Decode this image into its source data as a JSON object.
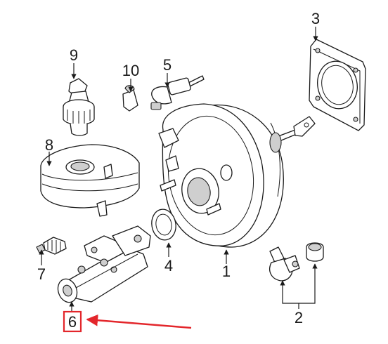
{
  "callouts": {
    "c1": "1",
    "c2": "2",
    "c3": "3",
    "c4": "4",
    "c5": "5",
    "c6": "6",
    "c7": "7",
    "c8": "8",
    "c9": "9",
    "c10": "10"
  },
  "highlight": {
    "part": "6",
    "color": "#e3262b"
  }
}
